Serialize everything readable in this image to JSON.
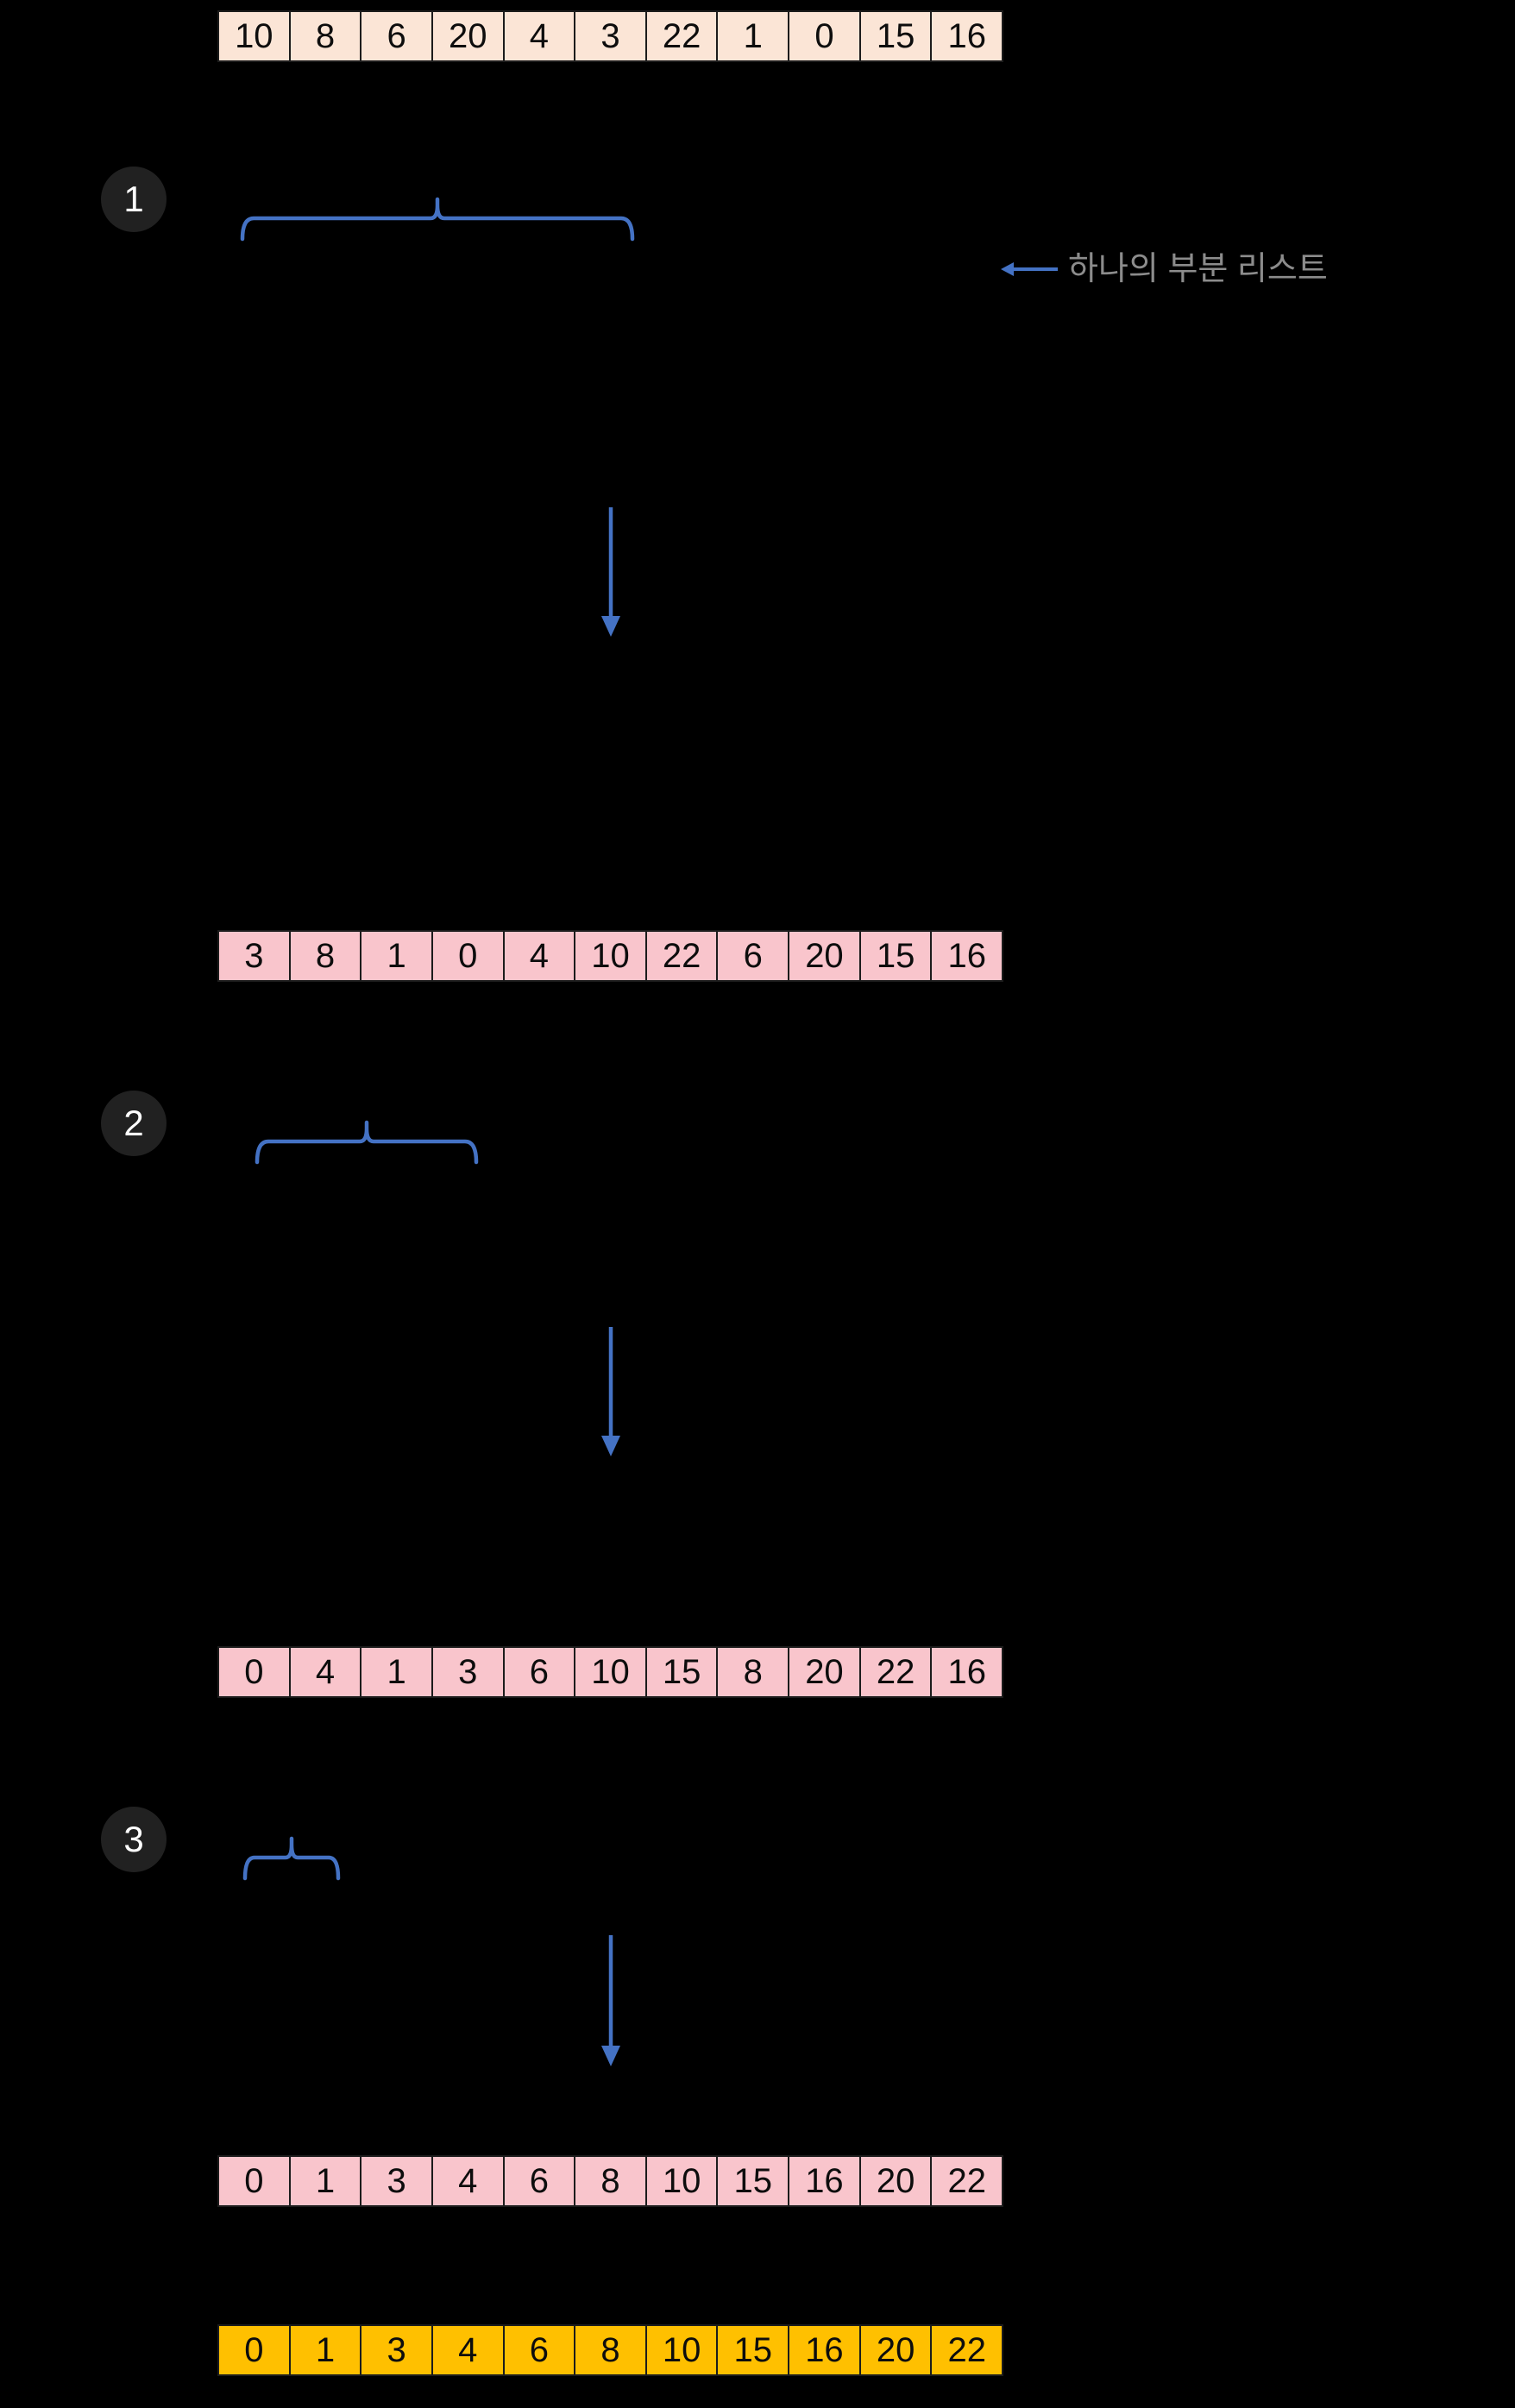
{
  "annotation": {
    "label": "하나의 부분 리스트"
  },
  "initial_array": {
    "values": [
      10,
      8,
      6,
      20,
      4,
      3,
      22,
      1,
      0,
      15,
      16
    ]
  },
  "steps": [
    {
      "badge": "1",
      "result_values": [
        3,
        8,
        1,
        0,
        4,
        10,
        22,
        6,
        20,
        15,
        16
      ]
    },
    {
      "badge": "2",
      "result_values": [
        0,
        4,
        1,
        3,
        6,
        10,
        15,
        8,
        20,
        22,
        16
      ]
    },
    {
      "badge": "3",
      "result_values": [
        0,
        1,
        3,
        4,
        6,
        8,
        10,
        15,
        16,
        20,
        22
      ]
    }
  ],
  "final_array": {
    "values": [
      0,
      1,
      3,
      4,
      6,
      8,
      10,
      15,
      16,
      20,
      22
    ]
  },
  "colors": {
    "background": "#000000",
    "accent-blue": "#4472C4",
    "cell-border": "#1C1C1C",
    "cream": "#FBE5D6",
    "pink": "#F9C5CC",
    "gold": "#FFC000",
    "badge-bg": "#212121",
    "badge-text": "#FFFFFF",
    "annotation-gray": "#8C8C8C",
    "number-text": "#0D0D0D"
  }
}
